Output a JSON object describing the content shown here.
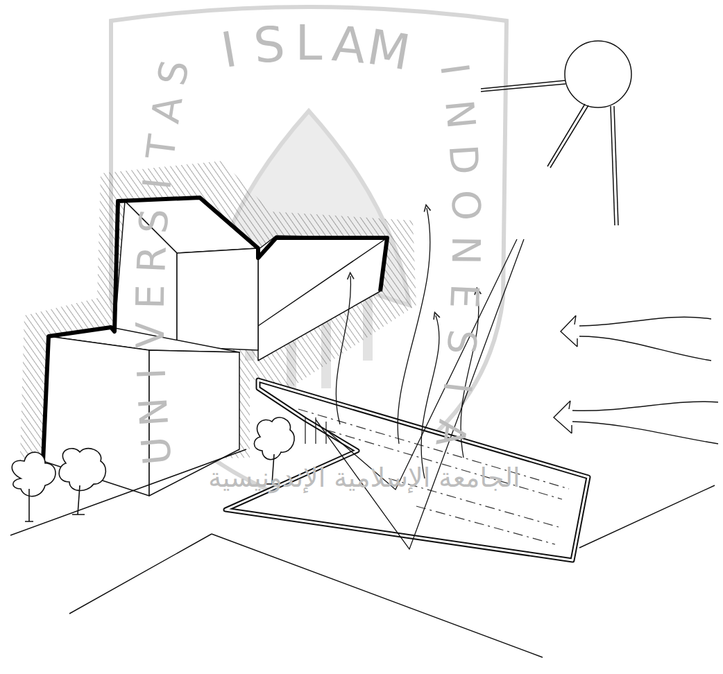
{
  "diagram": {
    "labels": [
      "ISLAM",
      "UNIVERSITAS",
      "INDONESIA",
      "الجامعة الإسلامية الإندونيسية"
    ]
  }
}
